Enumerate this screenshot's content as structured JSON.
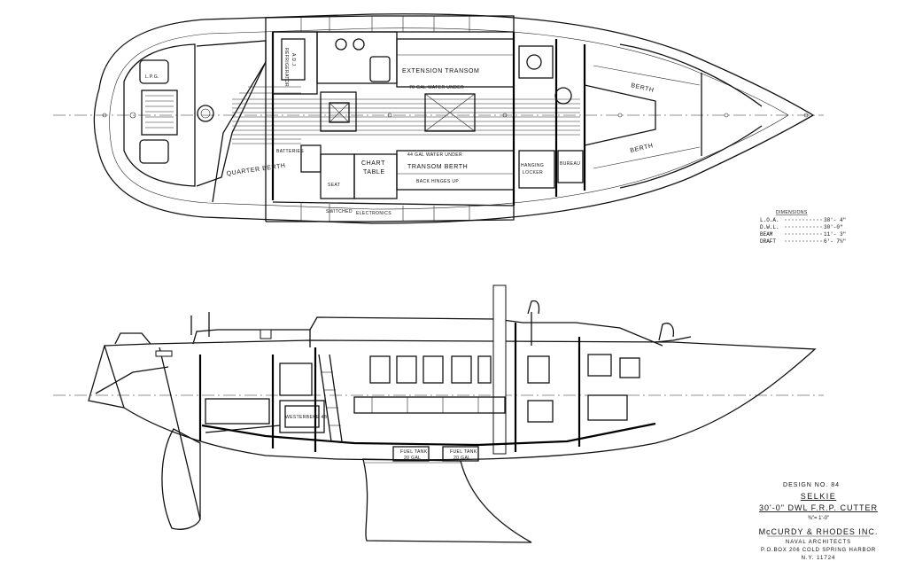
{
  "plan_labels": {
    "extension_transom": "EXTENSION TRANSOM",
    "water_under_top": "70 GAL WATER UNDER",
    "berth_fwd_top": "BERTH",
    "berth_fwd_bottom": "BERTH",
    "quarter_berth": "QUARTER BERTH",
    "batteries": "BATTERIES",
    "chart_table": [
      "CHART",
      "TABLE"
    ],
    "water_under_bottom": "44 GAL WATER UNDER",
    "transom_berth": "TRANSOM BERTH",
    "back_hinges": "BACK HINGES UP",
    "hanging_locker": [
      "HANGING",
      "LOCKER"
    ],
    "bureau": "BUREAU",
    "seat": "SEAT",
    "switches": "SWITCHED",
    "electronics": "ELECTRONICS",
    "lpg": "L.P.G.",
    "refrigerator": [
      "REFRIGERATOR",
      "A.D.J."
    ]
  },
  "profile_labels": {
    "engine": "WESTERBEKE 4B",
    "fuel_tank_1": [
      "FUEL TANK",
      "20 GAL"
    ],
    "fuel_tank_2": [
      "FUEL TANK",
      "20 GAL"
    ]
  },
  "dimensions": {
    "title": "DIMENSIONS",
    "rows": [
      {
        "label": "L.O.A.",
        "value": "38'- 4\""
      },
      {
        "label": "D.W.L.",
        "value": "30'-0\""
      },
      {
        "label": "BEAM",
        "value": "11'- 3\""
      },
      {
        "label": "DRAFT",
        "value": "6'- 7¼\""
      }
    ]
  },
  "title_block": {
    "design_no": "DESIGN NO. 84",
    "name": "SELKIE",
    "description": "30'-0\" DWL F.R.P. CUTTER",
    "scale": "⅜\"= 1'-0\"",
    "firm": "McCURDY & RHODES INC.",
    "firm_sub": "NAVAL ARCHITECTS",
    "address": "P.O.BOX 206  COLD SPRING HARBOR",
    "city": "N.Y.  11724"
  }
}
